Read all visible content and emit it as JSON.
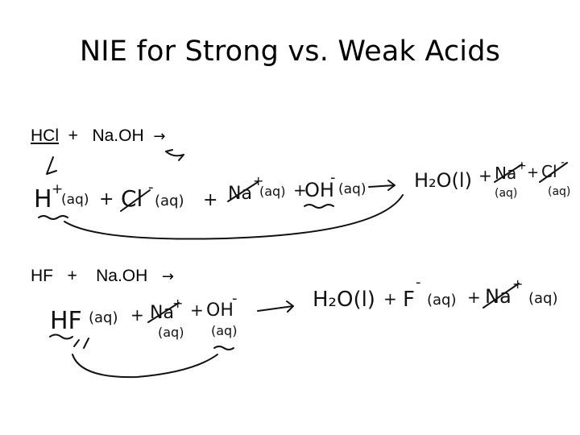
{
  "slide": {
    "title": "NIE for Strong vs. Weak Acids"
  },
  "strong_acid": {
    "reactant_1": "HCl",
    "plus": "+",
    "reactant_2": "Na.OH",
    "arrow": "→",
    "handwritten": {
      "h": "H",
      "h_charge": "+",
      "h_state": "(aq)",
      "plus_1": "+",
      "cl": "Cl",
      "cl_charge": "-",
      "cl_state": "(aq)",
      "plus_2": "+",
      "na": "Na",
      "na_charge": "+",
      "na_state": "(aq)",
      "plus_3": "+",
      "oh": "OH",
      "oh_charge": "-",
      "oh_state": "(aq)",
      "product_water": "H₂O(l)",
      "plus_4": "+",
      "prod_na": "Na",
      "prod_na_charge": "+",
      "prod_na_state": "(aq)",
      "plus_5": "+",
      "prod_cl": "Cl",
      "prod_cl_charge": "-",
      "prod_cl_state": "(aq)"
    }
  },
  "weak_acid": {
    "reactant_1": "HF",
    "plus": "+",
    "reactant_2": "Na.OH",
    "arrow": "→",
    "handwritten": {
      "hf": "HF",
      "hf_state": "(aq)",
      "plus_1": "+",
      "na": "Na",
      "na_charge": "+",
      "na_state": "(aq)",
      "plus_2": "+",
      "oh": "OH",
      "oh_charge": "-",
      "oh_state": "(aq)",
      "product_water": "H₂O(l)",
      "plus_3": "+",
      "f": "F",
      "f_charge": "-",
      "f_state": "(aq)",
      "plus_4": "+",
      "prod_na": "Na",
      "prod_na_charge": "+",
      "prod_na_state": "(aq)"
    }
  }
}
